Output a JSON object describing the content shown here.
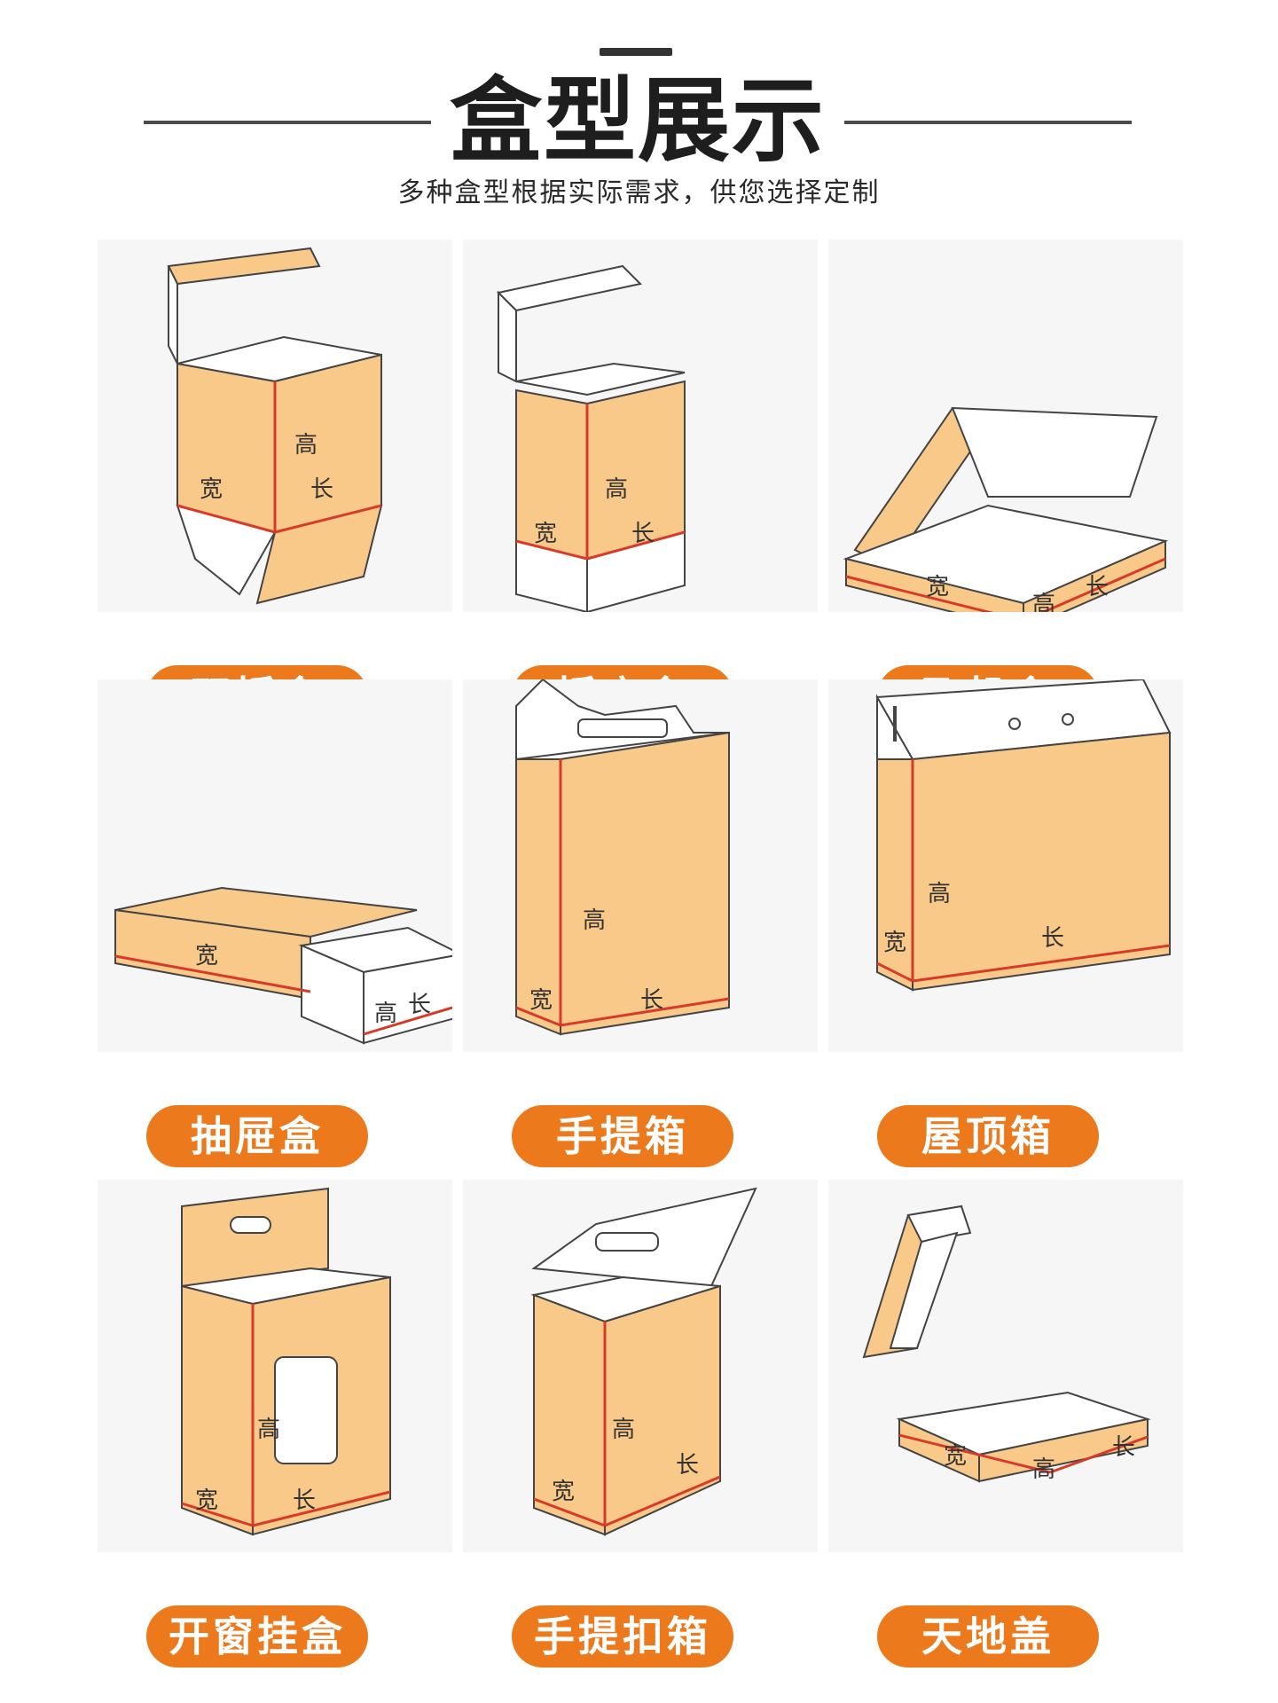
{
  "header": {
    "title": "盒型展示",
    "subtitle": "多种盒型根据实际需求，供您选择定制"
  },
  "dimension_labels": {
    "height": "高",
    "width": "宽",
    "length": "长"
  },
  "colors": {
    "accent": "#ec7a1c",
    "box_fill": "#f9c98a",
    "edge": "#d83a2a"
  },
  "boxes": [
    {
      "label": "双插盒"
    },
    {
      "label": "插底盒"
    },
    {
      "label": "飞机盒"
    },
    {
      "label": "抽屉盒"
    },
    {
      "label": "手提箱"
    },
    {
      "label": "屋顶箱"
    },
    {
      "label": "开窗挂盒"
    },
    {
      "label": "手提扣箱"
    },
    {
      "label": "天地盖"
    }
  ]
}
